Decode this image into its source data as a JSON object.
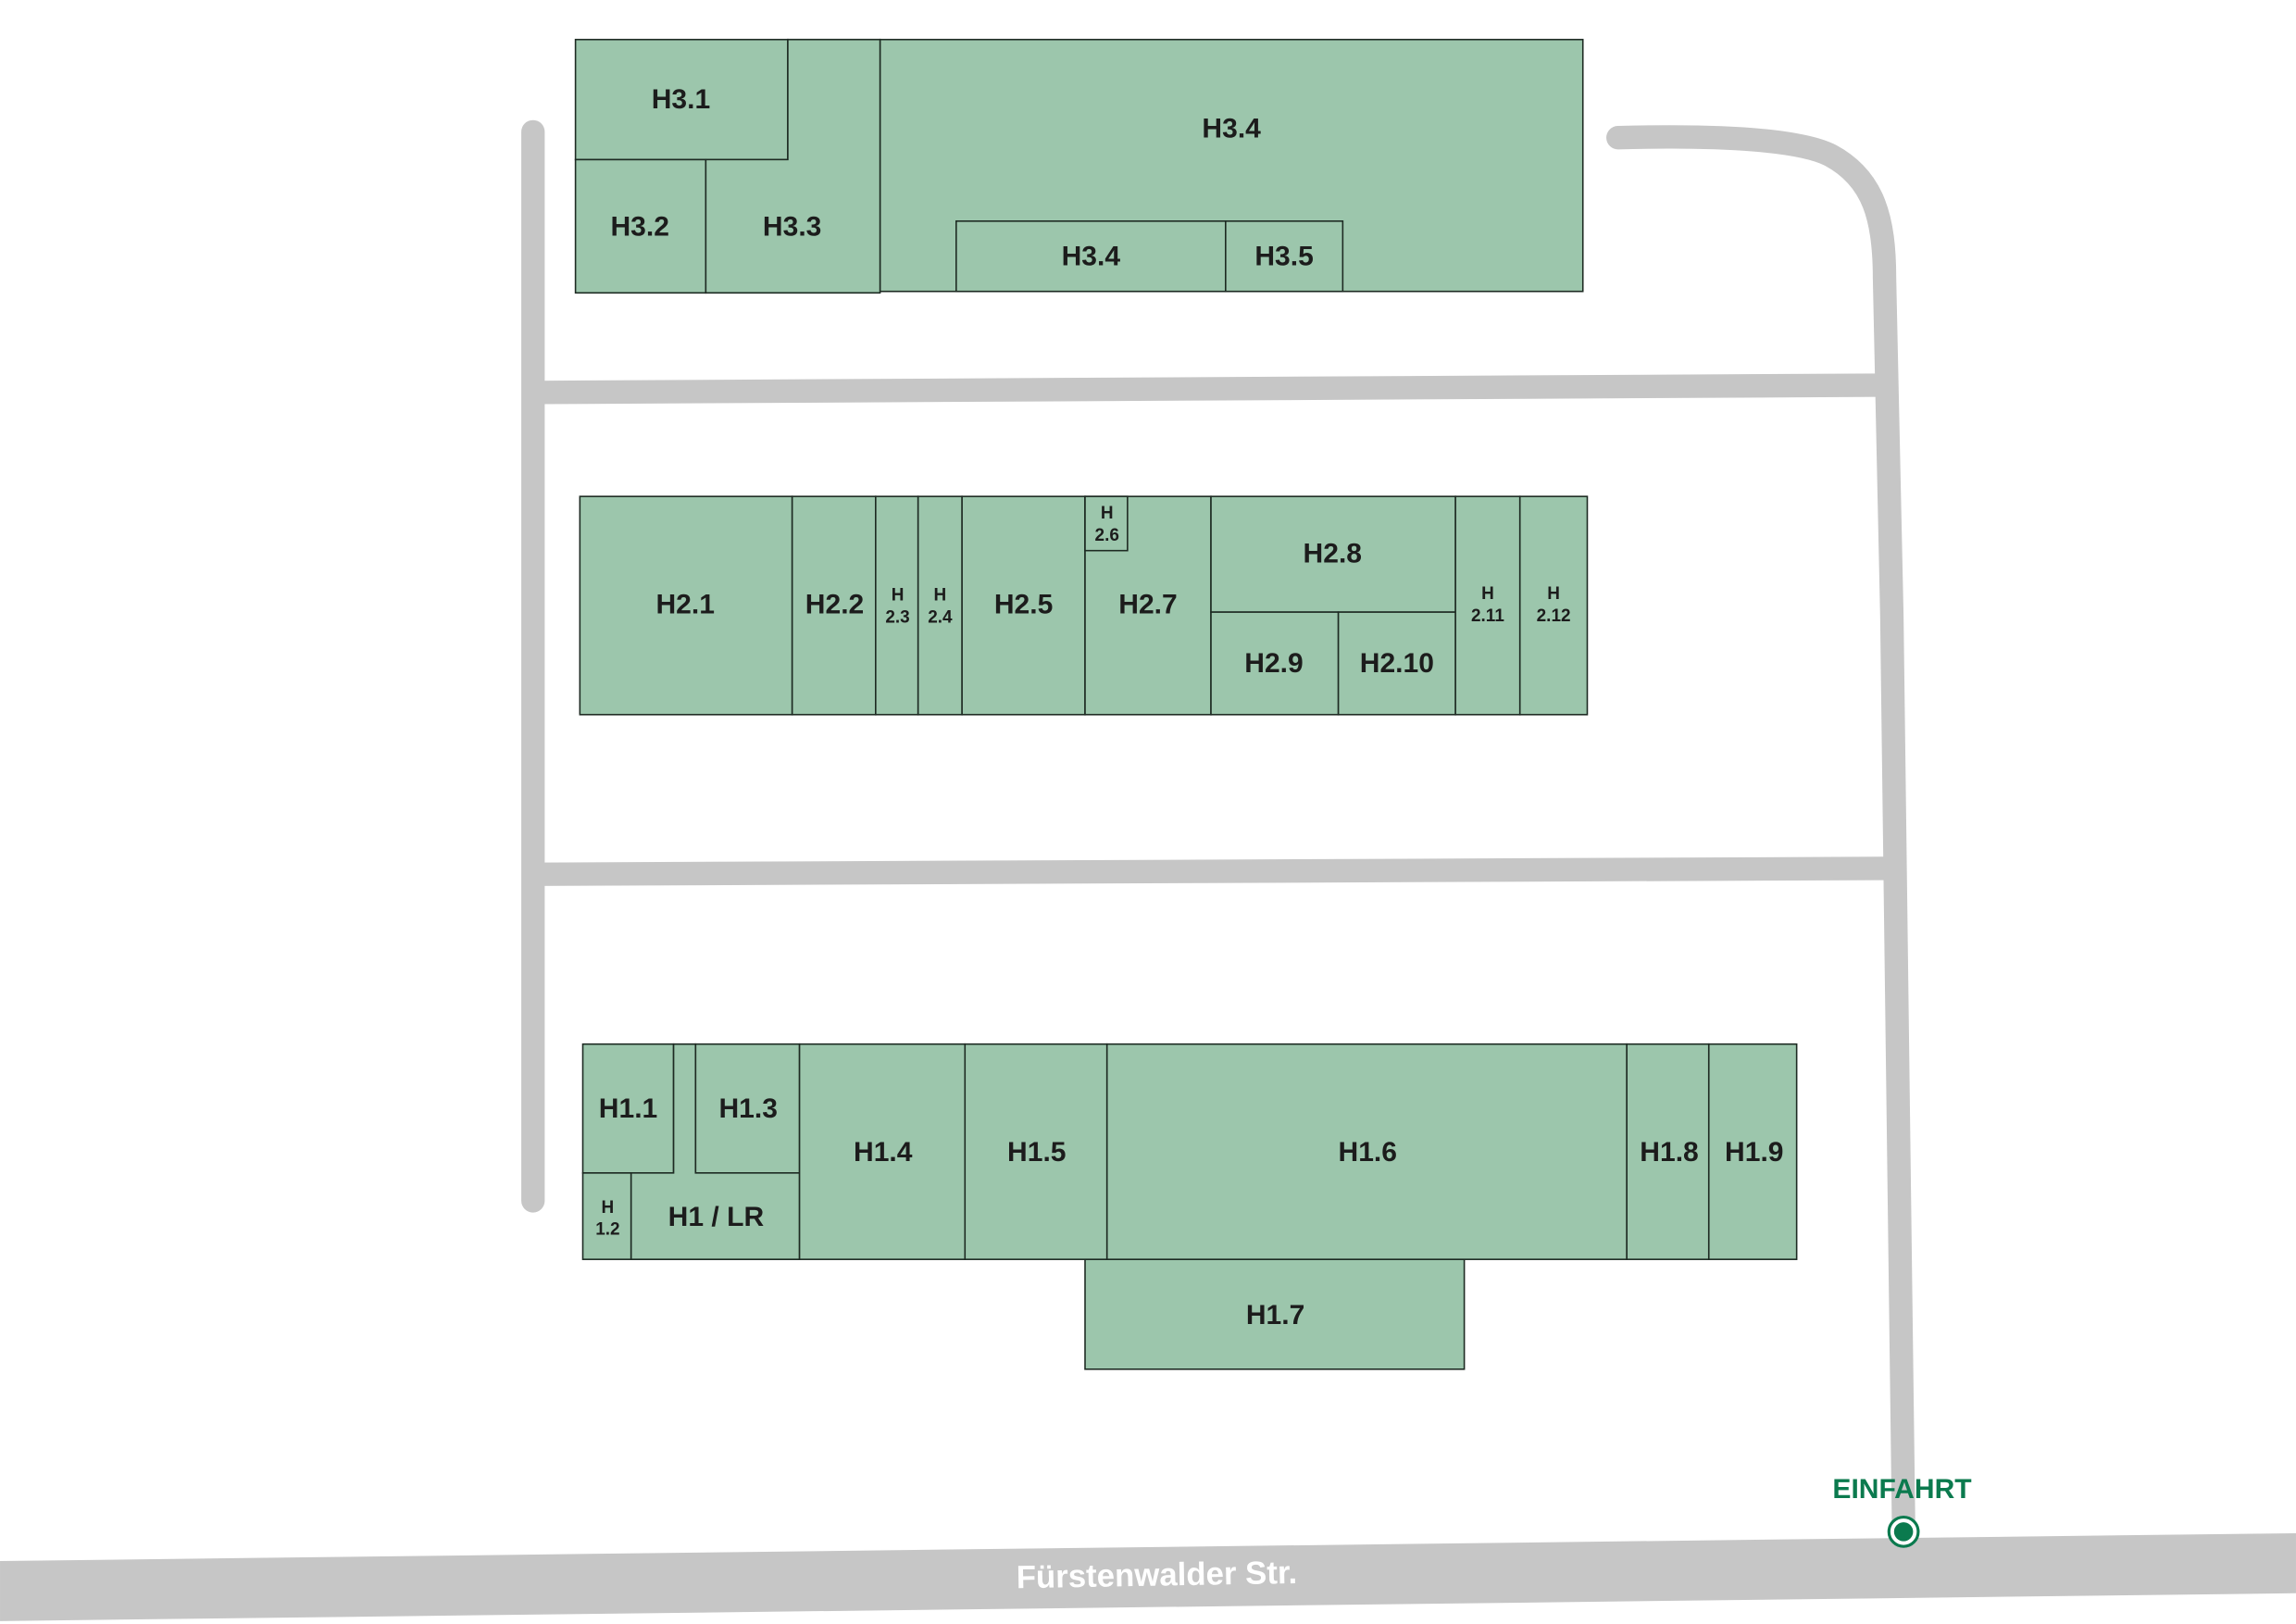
{
  "colors": {
    "hall": "#9cc6ac",
    "road": "#c6c6c6",
    "accent": "#0b7a4e"
  },
  "street": "Fürstenwalder Str.",
  "entrance": {
    "label": "EINFAHRT",
    "icon": "entrance-marker-icon"
  },
  "halls": {
    "h3_1": "H3.1",
    "h3_2": "H3.2",
    "h3_3": "H3.3",
    "h3_4": "H3.4",
    "h3_4b": "H3.4",
    "h3_5": "H3.5",
    "h2_1": "H2.1",
    "h2_2": "H2.2",
    "h2_3a": "H",
    "h2_3b": "2.3",
    "h2_4a": "H",
    "h2_4b": "2.4",
    "h2_5": "H2.5",
    "h2_6a": "H",
    "h2_6b": "2.6",
    "h2_7": "H2.7",
    "h2_8": "H2.8",
    "h2_9": "H2.9",
    "h2_10": "H2.10",
    "h2_11a": "H",
    "h2_11b": "2.11",
    "h2_12a": "H",
    "h2_12b": "2.12",
    "h1_1": "H1.1",
    "h1_2a": "H",
    "h1_2b": "1.2",
    "h1_3": "H1.3",
    "h1_lr": "H1 / LR",
    "h1_4": "H1.4",
    "h1_5": "H1.5",
    "h1_6": "H1.6",
    "h1_7": "H1.7",
    "h1_8": "H1.8",
    "h1_9": "H1.9"
  }
}
